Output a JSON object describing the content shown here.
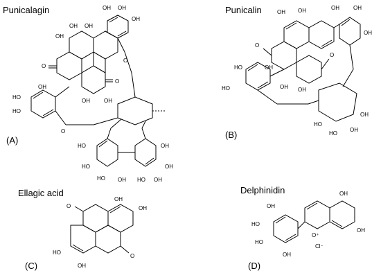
{
  "molecules": [
    {
      "name": "Punicalagin",
      "panel": "(A)"
    },
    {
      "name": "Punicalin",
      "panel": "(B)"
    },
    {
      "name": "Ellagic acid",
      "panel": "(C)"
    },
    {
      "name": "Delphinidin",
      "panel": "(D)"
    }
  ],
  "atom_labels": {
    "hydroxyl": "OH",
    "hydroxyl_left": "HO",
    "oxygen": "O",
    "chloride": "Cl⁻",
    "oxonium": "O⁺"
  }
}
